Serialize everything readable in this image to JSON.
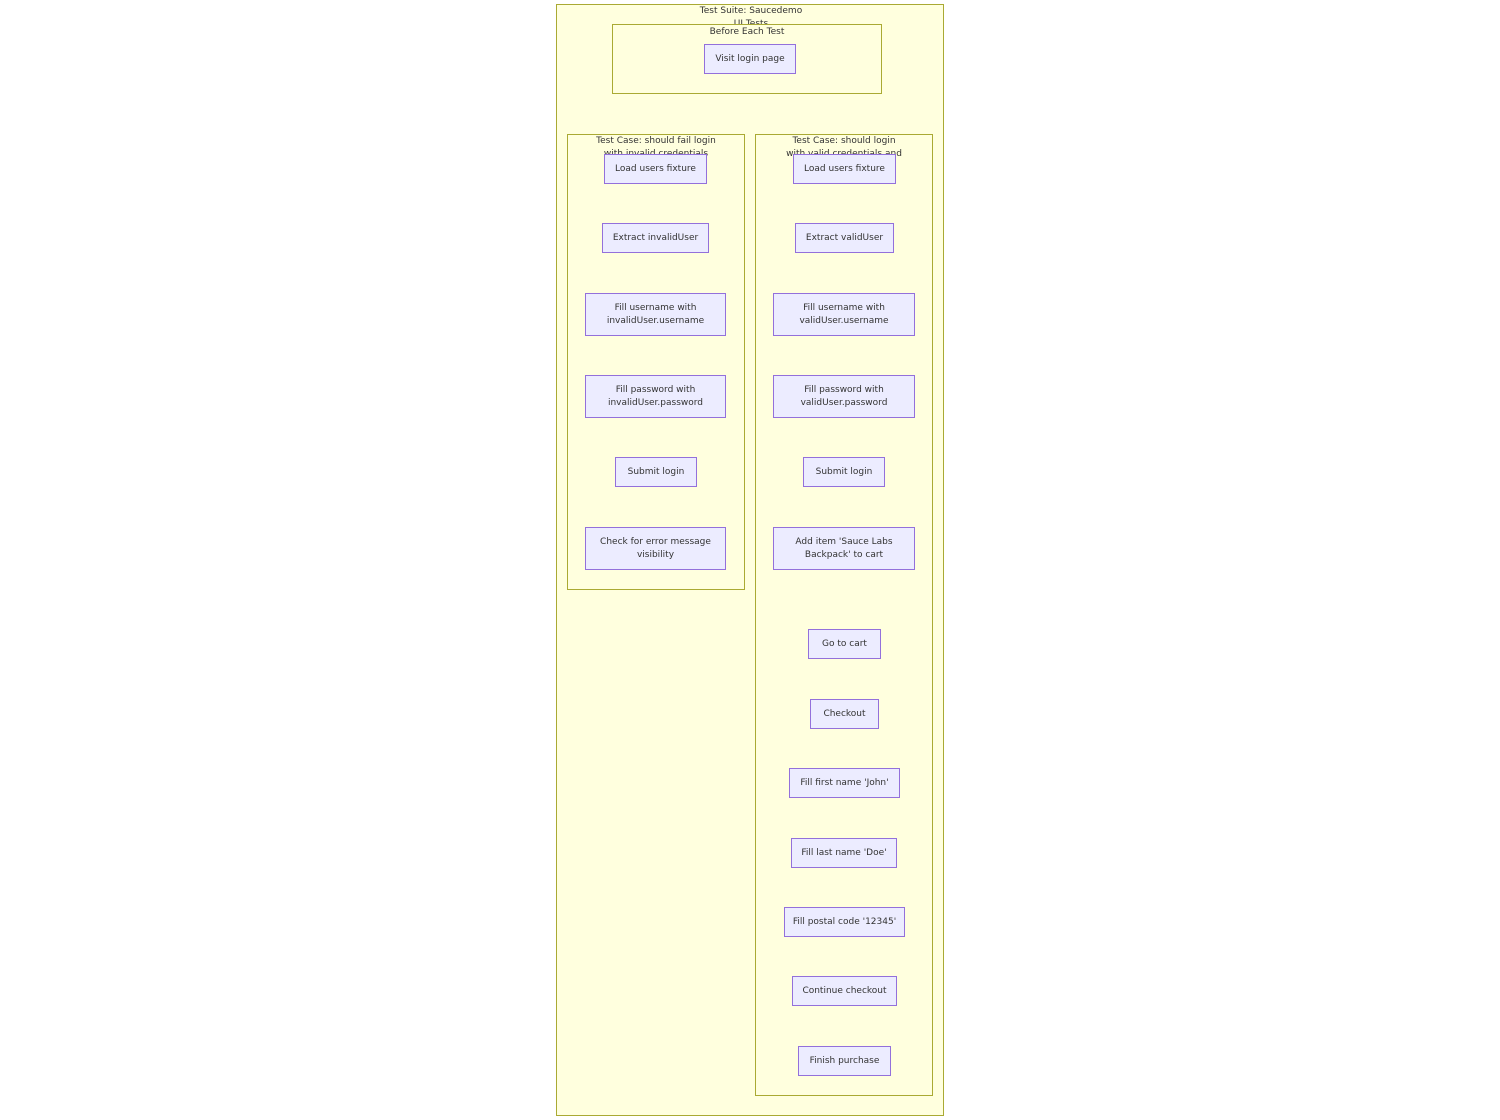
{
  "suite": {
    "title": "Test Suite: Saucedemo UI Tests"
  },
  "before_each": {
    "title": "Before Each Test",
    "visit": "Visit login page"
  },
  "fail_case": {
    "title": "Test Case: should fail login with invalid credentials",
    "steps": [
      "Load users fixture",
      "Extract invalidUser",
      "Fill username with invalidUser.username",
      "Fill password with invalidUser.password",
      "Submit login",
      "Check for error message visibility"
    ]
  },
  "success_case": {
    "title": "Test Case: should login with valid credentials and",
    "steps": [
      "Load users fixture",
      "Extract validUser",
      "Fill username with validUser.username",
      "Fill password with validUser.password",
      "Submit login",
      "Add item 'Sauce Labs Backpack' to cart",
      "Go to cart",
      "Checkout",
      "Fill first name 'John'",
      "Fill last name 'Doe'",
      "Fill postal code '12345'",
      "Continue checkout",
      "Finish purchase"
    ]
  },
  "colors": {
    "cluster_fill": "#ffffde",
    "cluster_border": "#aaaa33",
    "node_fill": "#ececff",
    "node_border": "#9370db",
    "edge": "#333333"
  }
}
